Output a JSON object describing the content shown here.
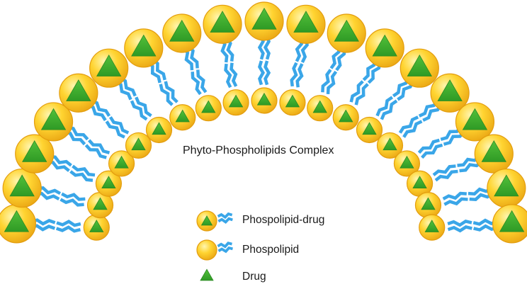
{
  "title": "Phyto-Phospholipids Complex",
  "legend": {
    "phospholipid_drug": "Phospolipid-drug",
    "phospholipid": "Phospolipid",
    "drug": "Drug"
  },
  "colors": {
    "head_outer": "#f2b21b",
    "head_inner": "#ffd23a",
    "head_highlight": "#fff2a0",
    "drug_green": "#3fb02f",
    "tail_blue": "#3aa6e8",
    "text": "#1a1a1a"
  },
  "structure": {
    "outer_units": 19,
    "inner_units": 19
  }
}
